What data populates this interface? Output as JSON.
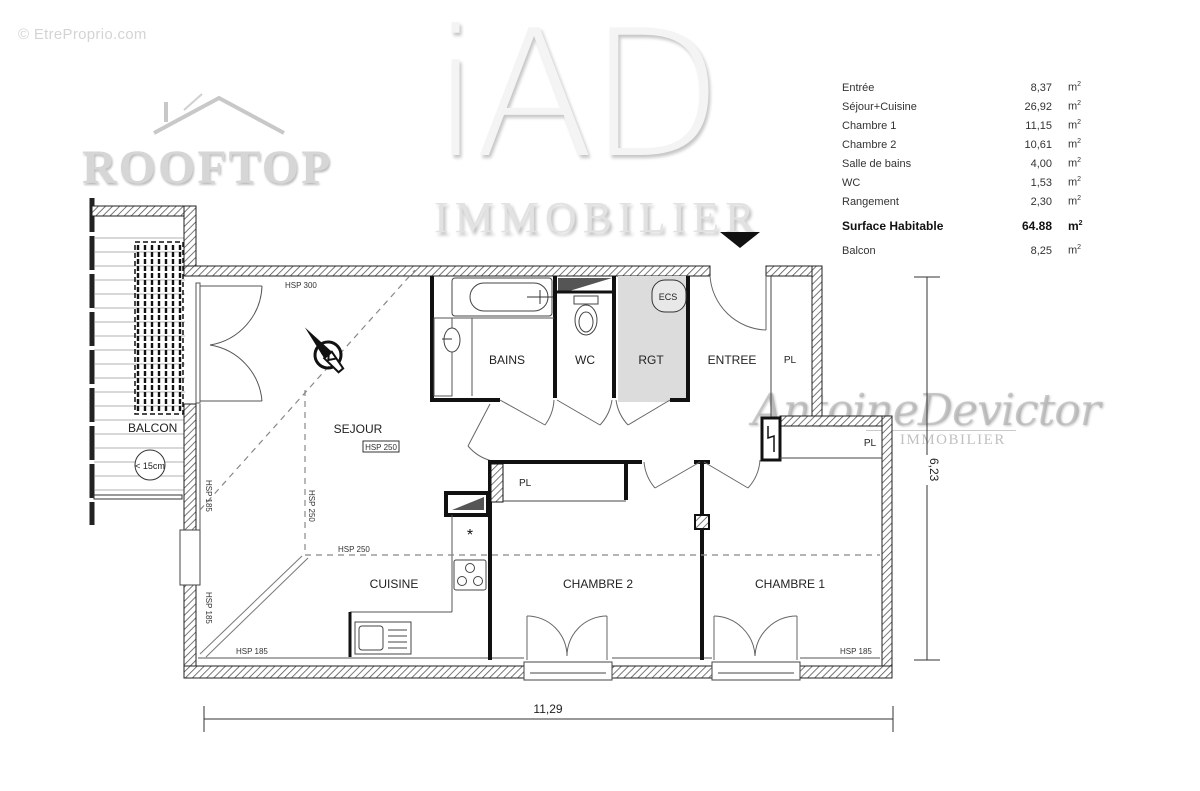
{
  "watermark": {
    "site": "© EtreProprio.com"
  },
  "logos": {
    "rooftop": "ROOFTOP",
    "iad_main": "iAD",
    "iad_sub": "IMMOBILIER",
    "agent_name": "AntoineDevictor",
    "agent_sub": "IMMOBILIER"
  },
  "surfaces": {
    "unit": "m",
    "rows": [
      {
        "label": "Entrée",
        "value": "8,37"
      },
      {
        "label": "Séjour+Cuisine",
        "value": "26,92"
      },
      {
        "label": "Chambre 1",
        "value": "11,15"
      },
      {
        "label": "Chambre 2",
        "value": "10,61"
      },
      {
        "label": "Salle de bains",
        "value": "4,00"
      },
      {
        "label": "WC",
        "value": "1,53"
      },
      {
        "label": "Rangement",
        "value": "2,30"
      }
    ],
    "total": {
      "label": "Surface Habitable",
      "value": "64.88"
    },
    "extra": {
      "label": "Balcon",
      "value": "8,25"
    }
  },
  "rooms": {
    "sejour": "SEJOUR",
    "cuisine": "CUISINE",
    "bains": "BAINS",
    "wc": "WC",
    "rgt": "RGT",
    "entree": "ENTREE",
    "chambre1": "CHAMBRE 1",
    "chambre2": "CHAMBRE 2",
    "balcon": "BALCON",
    "pl_entree": "PL",
    "pl_chambre1": "PL",
    "pl_chambre2": "PL",
    "ecs": "ECS"
  },
  "annotations": {
    "hsp300": "HSP 300",
    "hsp250_sejour": "HSP 250",
    "hsp250_cuisine": "HSP 250",
    "hsp250_vertical": "HSP 250",
    "hsp185_left_top": "HSP 185",
    "hsp185_left_bottom": "HSP 185",
    "hsp185_bottom_left": "HSP 185",
    "hsp185_bottom_right": "HSP 185",
    "balcon_step": "< 15cm"
  },
  "dimensions": {
    "width": "11,29",
    "height": "6,23"
  },
  "colors": {
    "wall": "#222222",
    "hatch": "#555555",
    "storage_fill": "#dcdcdc",
    "dash": "#888888"
  }
}
